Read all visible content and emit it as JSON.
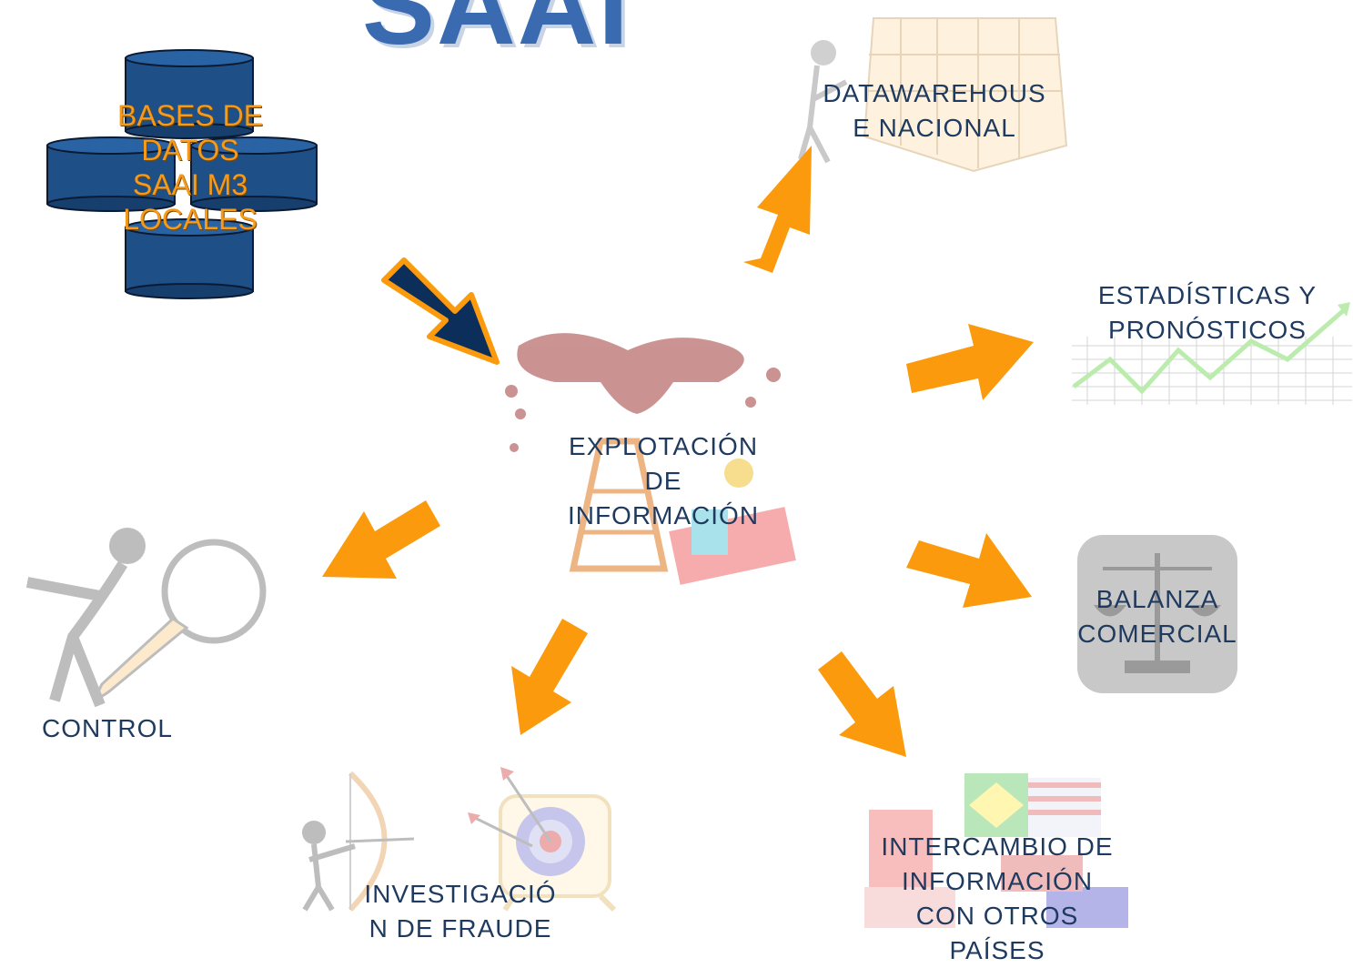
{
  "title": "SAAI",
  "source": {
    "label": "BASES DE\nDATOS\nSAAI M3\nLOCALES"
  },
  "center": {
    "label": "EXPLOTACIÓN\nDE\nINFORMACIÓN"
  },
  "nodes": {
    "datawarehouse": "DATAWAREHOUS\nE NACIONAL",
    "estadisticas": "ESTADÍSTICAS Y\nPRONÓSTICOS",
    "balanza": "BALANZA\nCOMERCIAL",
    "intercambio": "INTERCAMBIO DE\nINFORMACIÓN\nCON OTROS\nPAÍSES",
    "investigacion": "INVESTIGACIÓ\nN DE FRAUDE",
    "control": "CONTROL"
  },
  "colors": {
    "arrow": "#fa9a0c",
    "source_arrow": "#0b2e5a",
    "db": "#1e4f86",
    "label": "#1f3a5f",
    "accent": "#f59a1b"
  }
}
